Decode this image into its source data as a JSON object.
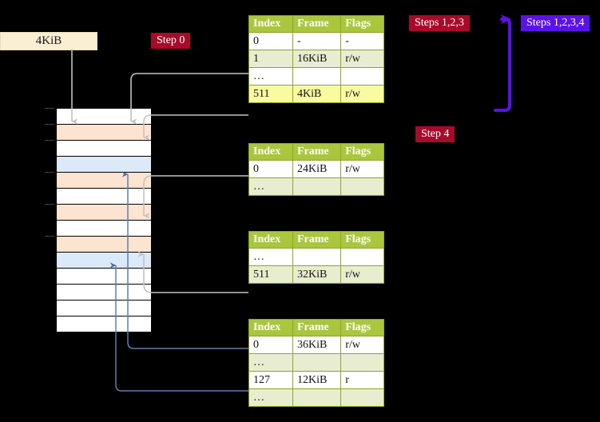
{
  "diagram": {
    "title_region": "multi-level page table walk",
    "size_label": "4KiB",
    "badges": [
      {
        "id": "step0",
        "label": "Step 0",
        "color": "#a80a2a"
      },
      {
        "id": "step123",
        "label": "Steps 1,2,3",
        "color": "#a80a2a"
      },
      {
        "id": "step1234",
        "label": "Steps 1,2,3,4",
        "color": "#5a12e8"
      },
      {
        "id": "step4",
        "label": "Step 4",
        "color": "#a80a2a"
      }
    ],
    "memory_column": {
      "name": "physical-memory-frames",
      "rows": [
        {
          "fill": "white"
        },
        {
          "fill": "peach"
        },
        {
          "fill": "white"
        },
        {
          "fill": "blue"
        },
        {
          "fill": "peach"
        },
        {
          "fill": "white"
        },
        {
          "fill": "peach"
        },
        {
          "fill": "white"
        },
        {
          "fill": "peach"
        },
        {
          "fill": "blue"
        },
        {
          "fill": "white"
        },
        {
          "fill": "white"
        },
        {
          "fill": "white"
        },
        {
          "fill": "white"
        }
      ]
    },
    "tables": [
      {
        "id": "table-level-0",
        "headers": [
          "Index",
          "Frame",
          "Flags"
        ],
        "rows": [
          {
            "cells": [
              "0",
              "-",
              "-"
            ],
            "style": "plain"
          },
          {
            "cells": [
              "1",
              "16KiB",
              "r/w"
            ],
            "style": "alt"
          },
          {
            "cells": [
              "…",
              "",
              ""
            ],
            "style": "plain"
          },
          {
            "cells": [
              "511",
              "4KiB",
              "r/w"
            ],
            "style": "hl"
          }
        ]
      },
      {
        "id": "table-level-1",
        "headers": [
          "Index",
          "Frame",
          "Flags"
        ],
        "rows": [
          {
            "cells": [
              "0",
              "24KiB",
              "r/w"
            ],
            "style": "plain"
          },
          {
            "cells": [
              "…",
              "",
              ""
            ],
            "style": "alt"
          }
        ]
      },
      {
        "id": "table-level-2",
        "headers": [
          "Index",
          "Frame",
          "Flags"
        ],
        "rows": [
          {
            "cells": [
              "…",
              "",
              ""
            ],
            "style": "plain"
          },
          {
            "cells": [
              "511",
              "32KiB",
              "r/w"
            ],
            "style": "alt"
          }
        ]
      },
      {
        "id": "table-level-3",
        "headers": [
          "Index",
          "Frame",
          "Flags"
        ],
        "rows": [
          {
            "cells": [
              "0",
              "36KiB",
              "r/w"
            ],
            "style": "plain"
          },
          {
            "cells": [
              "…",
              "",
              ""
            ],
            "style": "alt"
          },
          {
            "cells": [
              "127",
              "12KiB",
              "r"
            ],
            "style": "plain"
          },
          {
            "cells": [
              "…",
              "",
              ""
            ],
            "style": "alt"
          }
        ]
      }
    ],
    "colors": {
      "header_green": "#aac63c",
      "row_alt": "#e8edd0",
      "row_highlight": "#fafaa0",
      "frame_peach": "#fde4d0",
      "frame_blue": "#dce9f8",
      "size_box": "#faefd2",
      "wire_gray": "#bdbdbd",
      "wire_blue": "#5b7fb0",
      "arrow_purple": "#5a12e8"
    }
  }
}
